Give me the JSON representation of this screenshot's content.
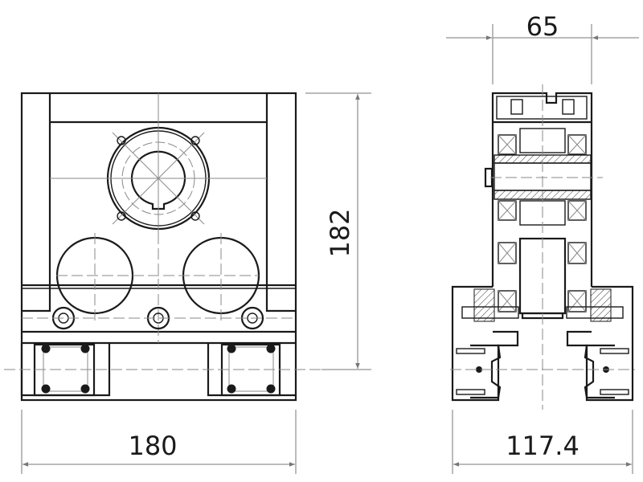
{
  "dimensions": {
    "front_width": "180",
    "front_height": "182",
    "side_top_width": "65",
    "side_base_width": "117.4"
  },
  "colors": {
    "line": "#1a1a1a",
    "centerline": "#8a8a8a"
  }
}
